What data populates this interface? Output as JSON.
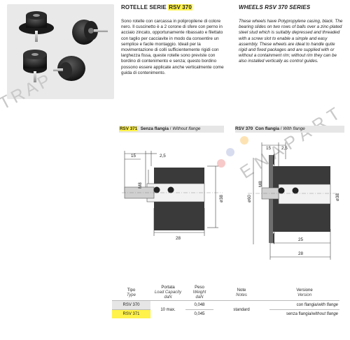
{
  "it": {
    "title_prefix": "ROTELLE SERIE ",
    "title_code": "RSV 370",
    "paragraph": "Sono rotelle con carcassa in polipropilene di colore nero. Il cuscinetto è a 2 corone di sfere con perno in acciaio zincato, opportunamente ribassato e filettato con taglio per cacciavite in modo da consentire un semplice e facile montaggio. Ideali per la movimentazione di colli sufficientemente rigidi con larghezza fissa, queste rotelle sono previste con bordino di contenimento e senza; questo bordino possono essere applicate anche verticalmente come guida di contenimento."
  },
  "en": {
    "title": "WHEELS RSV 370 SERIES",
    "paragraph": "These wheels have Polypropylene casing, black. The bearing slides on two rows of balls over a zinc-plated steel stud which is suitably depressed and threaded with a screw slot to enable a simple and easy assembly. These wheels are ideal to handle quite rigid and fixed packages and are supplied with or without a containment rim; without rim they can be also installed vertically as control guides."
  },
  "left_section": {
    "code": "RSV 371",
    "it": "Senza flangia",
    "en": "Without flange"
  },
  "right_section": {
    "code": "RSV 370",
    "it": "Con flangia",
    "en": "With flange"
  },
  "left_dims": {
    "a": "15",
    "b": "2,5",
    "thread": "M8",
    "dia": "ø38",
    "len": "28"
  },
  "right_dims": {
    "a": "15",
    "b": "2,5",
    "thread": "M8",
    "dia_outer": "ø60",
    "dia": "ø38",
    "len_inner": "25",
    "len": "28"
  },
  "table": {
    "headers": [
      {
        "it": "Tipo",
        "en": "Type"
      },
      {
        "it": "Portata",
        "en": "Load Capacity",
        "unit": "daN"
      },
      {
        "it": "Peso",
        "en": "Weight",
        "unit": "daN"
      },
      {
        "it": "Note",
        "en": "Notes"
      },
      {
        "it": "Versione",
        "en": "Version"
      }
    ],
    "rows": [
      {
        "type": "RSV 370",
        "load": "10 max.",
        "weight": "0,048",
        "notes": "standard",
        "version_it": "con flangia",
        "version_en": "with flange"
      },
      {
        "type": "RSV 371",
        "weight": "0,045",
        "version_it": "senza flangia",
        "version_en": "without flange"
      }
    ]
  },
  "watermark": {
    "left": "TRAP",
    "right": "ENAPART"
  },
  "colors": {
    "highlight": "#fff24a",
    "section_bg": "#e6e6e6",
    "part_dark": "#3a3a3a",
    "rim": "#707070"
  }
}
